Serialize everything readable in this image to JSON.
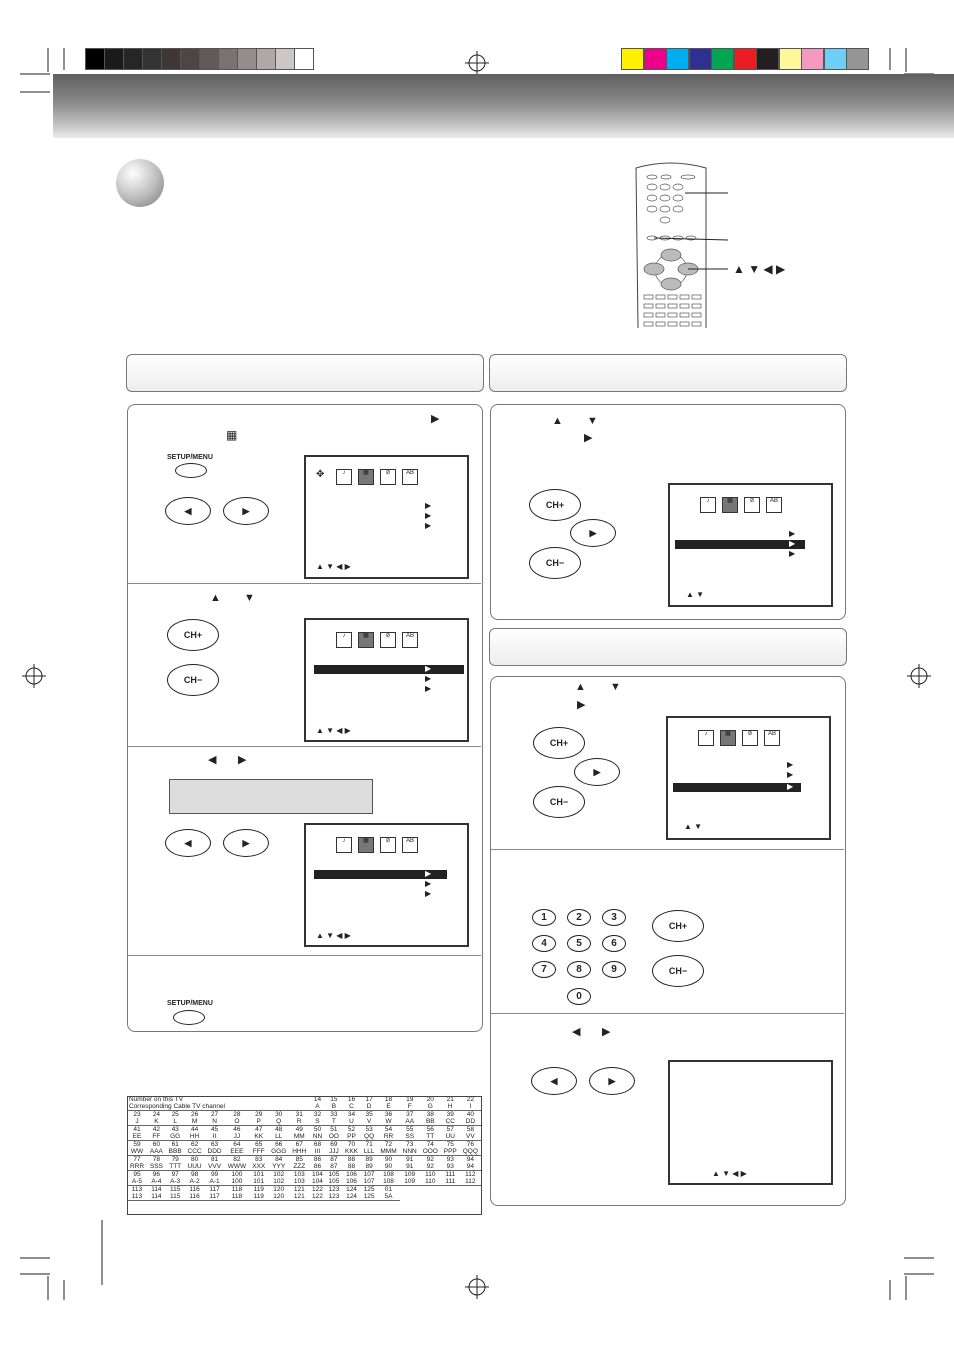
{
  "colors": {
    "bw_swatches": [
      "#000000",
      "#1a1a1a",
      "#262626",
      "#333333",
      "#3f3737",
      "#4e4646",
      "#625a5a",
      "#7a7272",
      "#958d8d",
      "#b0a8a8",
      "#ccc6c6",
      "#ffffff"
    ],
    "color_swatches": [
      "#fff200",
      "#ec008c",
      "#00aeef",
      "#2e3192",
      "#00a651",
      "#ed1c24",
      "#231f20",
      "#fff799",
      "#f49ac1",
      "#6dcff6",
      "#959595"
    ]
  },
  "icons": {
    "osd_menu": [
      "audio-icon",
      "setup-grid-icon",
      "parental-icon",
      "abc-language-icon"
    ],
    "osd_labels": [
      "♪",
      "▦",
      "⊘",
      "AB"
    ]
  },
  "remote": {
    "nav_arrows": "▲ ▼ ◀ ▶"
  },
  "buttons": {
    "setup_menu": "SETUP/MENU",
    "ch_plus": "CH+",
    "ch_minus": "CH−",
    "digits": [
      "1",
      "2",
      "3",
      "4",
      "5",
      "6",
      "7",
      "8",
      "9",
      "0"
    ]
  },
  "osd": {
    "nav_hint_4": "▲ ▼ ◀ ▶",
    "nav_hint_2": "▲ ▼",
    "row_arrow": "▶"
  },
  "chan_table": {
    "header_a": "Number on this TV",
    "header_b": "Corresponding Cable TV channel",
    "header_nums": [
      "14",
      "15",
      "16",
      "17",
      "18",
      "19",
      "20",
      "21",
      "22"
    ],
    "header_letters": [
      "A",
      "B",
      "C",
      "D",
      "E",
      "F",
      "G",
      "H",
      "I"
    ],
    "rows": [
      [
        [
          "23",
          "J"
        ],
        [
          "24",
          "K"
        ],
        [
          "25",
          "L"
        ],
        [
          "26",
          "M"
        ],
        [
          "27",
          "N"
        ],
        [
          "28",
          "O"
        ],
        [
          "29",
          "P"
        ],
        [
          "30",
          "Q"
        ],
        [
          "31",
          "R"
        ],
        [
          "32",
          "S"
        ],
        [
          "33",
          "T"
        ],
        [
          "34",
          "U"
        ],
        [
          "35",
          "V"
        ],
        [
          "36",
          "W"
        ],
        [
          "37",
          "AA"
        ],
        [
          "38",
          "BB"
        ],
        [
          "39",
          "CC"
        ],
        [
          "40",
          "DD"
        ]
      ],
      [
        [
          "41",
          "EE"
        ],
        [
          "42",
          "FF"
        ],
        [
          "43",
          "GG"
        ],
        [
          "44",
          "HH"
        ],
        [
          "45",
          "II"
        ],
        [
          "46",
          "JJ"
        ],
        [
          "47",
          "KK"
        ],
        [
          "48",
          "LL"
        ],
        [
          "49",
          "MM"
        ],
        [
          "50",
          "NN"
        ],
        [
          "51",
          "OO"
        ],
        [
          "52",
          "PP"
        ],
        [
          "53",
          "QQ"
        ],
        [
          "54",
          "RR"
        ],
        [
          "55",
          "SS"
        ],
        [
          "56",
          "TT"
        ],
        [
          "57",
          "UU"
        ],
        [
          "58",
          "VV"
        ]
      ],
      [
        [
          "59",
          "WW"
        ],
        [
          "60",
          "AAA"
        ],
        [
          "61",
          "BBB"
        ],
        [
          "62",
          "CCC"
        ],
        [
          "63",
          "DDD"
        ],
        [
          "64",
          "EEE"
        ],
        [
          "65",
          "FFF"
        ],
        [
          "66",
          "GGG"
        ],
        [
          "67",
          "HHH"
        ],
        [
          "68",
          "III"
        ],
        [
          "69",
          "JJJ"
        ],
        [
          "70",
          "KKK"
        ],
        [
          "71",
          "LLL"
        ],
        [
          "72",
          "MMM"
        ],
        [
          "73",
          "NNN"
        ],
        [
          "74",
          "OOO"
        ],
        [
          "75",
          "PPP"
        ],
        [
          "76",
          "QQQ"
        ]
      ],
      [
        [
          "77",
          "RRR"
        ],
        [
          "78",
          "SSS"
        ],
        [
          "79",
          "TTT"
        ],
        [
          "80",
          "UUU"
        ],
        [
          "81",
          "VVV"
        ],
        [
          "82",
          "WWW"
        ],
        [
          "83",
          "XXX"
        ],
        [
          "84",
          "YYY"
        ],
        [
          "85",
          "ZZZ"
        ],
        [
          "86",
          "86"
        ],
        [
          "87",
          "87"
        ],
        [
          "88",
          "88"
        ],
        [
          "89",
          "89"
        ],
        [
          "90",
          "90"
        ],
        [
          "91",
          "91"
        ],
        [
          "92",
          "92"
        ],
        [
          "93",
          "93"
        ],
        [
          "94",
          "94"
        ]
      ],
      [
        [
          "95",
          "A-5"
        ],
        [
          "96",
          "A-4"
        ],
        [
          "97",
          "A-3"
        ],
        [
          "98",
          "A-2"
        ],
        [
          "99",
          "A-1"
        ],
        [
          "100",
          "100"
        ],
        [
          "101",
          "101"
        ],
        [
          "102",
          "102"
        ],
        [
          "103",
          "103"
        ],
        [
          "104",
          "104"
        ],
        [
          "105",
          "105"
        ],
        [
          "106",
          "106"
        ],
        [
          "107",
          "107"
        ],
        [
          "108",
          "108"
        ],
        [
          "109",
          "109"
        ],
        [
          "110",
          "110"
        ],
        [
          "111",
          "111"
        ],
        [
          "112",
          "112"
        ]
      ],
      [
        [
          "113",
          "113"
        ],
        [
          "114",
          "114"
        ],
        [
          "115",
          "115"
        ],
        [
          "116",
          "116"
        ],
        [
          "117",
          "117"
        ],
        [
          "118",
          "118"
        ],
        [
          "119",
          "119"
        ],
        [
          "120",
          "120"
        ],
        [
          "121",
          "121"
        ],
        [
          "122",
          "122"
        ],
        [
          "123",
          "123"
        ],
        [
          "124",
          "124"
        ],
        [
          "125",
          "125"
        ],
        [
          "01",
          "5A"
        ]
      ]
    ]
  }
}
